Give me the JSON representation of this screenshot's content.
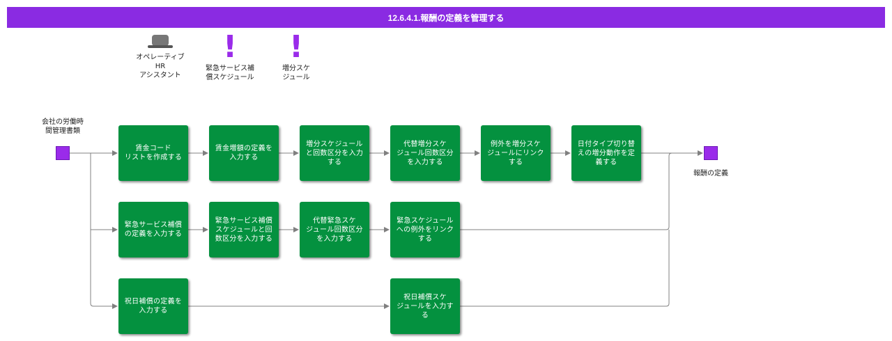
{
  "title": "12.6.4.1.報酬の定義を管理する",
  "legend": {
    "operative_hr": "オペレーティブ\nHR\nアシスタント",
    "emergency_schedule": "緊急サービス補\n償スケジュール",
    "step_schedule": "増分スケ\nジュール"
  },
  "start": {
    "label": "会社の労働時\n間管理書類"
  },
  "end": {
    "label": "報酬の定義"
  },
  "steps": {
    "s1": "賃金コード\nリストを作成する",
    "s2": "賃金増額の定義を\n入力する",
    "s3": "増分スケジュール\nと回数区分を入力\nする",
    "s4": "代替増分スケ\nジュール回数区分\nを入力する",
    "s5": "例外を増分スケ\nジュールにリンク\nする",
    "s6": "日付タイプ切り替\nえの増分動作を定\n義する",
    "s7": "緊急サービス補償\nの定義を入力する",
    "s8": "緊急サービス補償\nスケジュールと回\n数区分を入力する",
    "s9": "代替緊急スケ\nジュール回数区分\nを入力する",
    "s10": "緊急スケジュール\nへの例外をリンク\nする",
    "s11": "祝日補償の定義を\n入力する",
    "s12": "祝日補償スケ\nジュールを入力す\nる"
  },
  "colors": {
    "title_bar": "#8a2be2",
    "step_fill": "#04913f",
    "terminal": "#9a2bea",
    "connector": "#808080"
  },
  "icons": [
    "hr-hat-icon",
    "exclamation-icon",
    "exclamation-icon"
  ]
}
